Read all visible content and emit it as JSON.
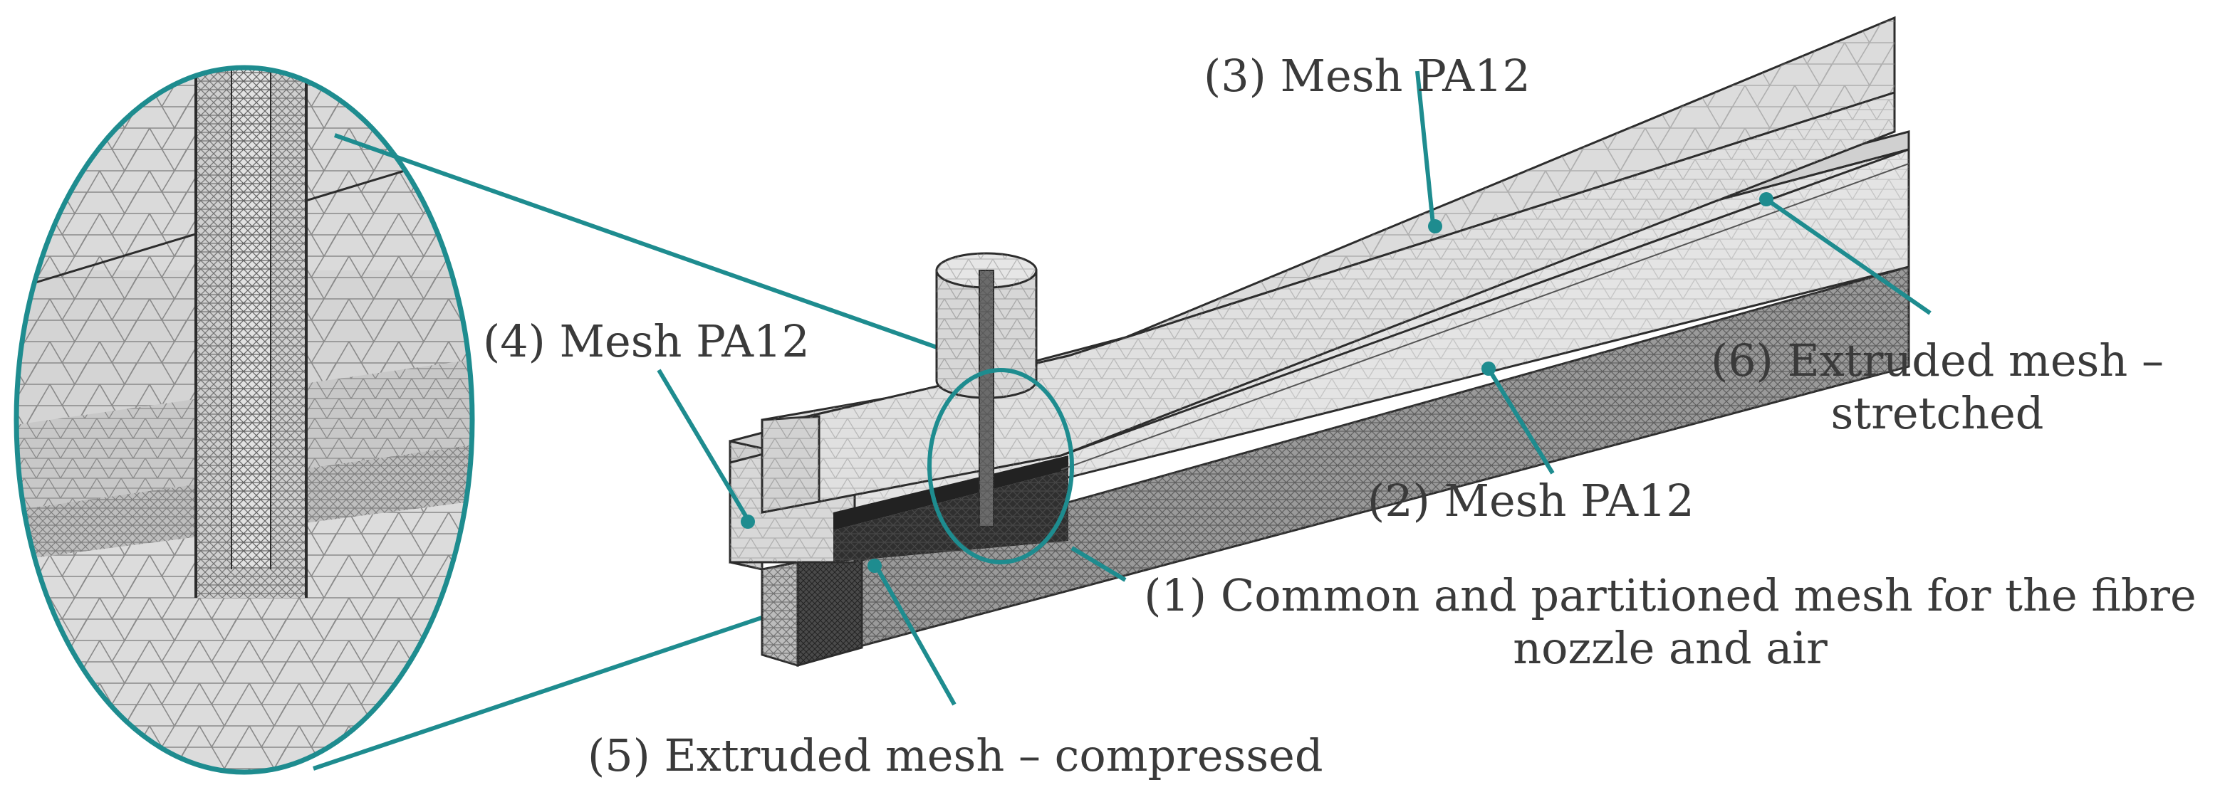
{
  "colors": {
    "teal": "#1e8c8f",
    "face_light": "#e6e6e6",
    "face_mid": "#d6d6d6",
    "face_dark": "#bdbdbd",
    "mesh_line": "#7a7a7a",
    "edge": "#2c2c2c"
  },
  "labels": {
    "l1_line1": "(1) Common and partitioned mesh for the fibre",
    "l1_line2": "nozzle and air",
    "l2": "(2) Mesh PA12",
    "l3": "(3) Mesh PA12",
    "l4": "(4) Mesh PA12",
    "l5": "(5) Extruded mesh – compressed",
    "l6_line1": "(6) Extruded mesh –",
    "l6_line2": "stretched"
  }
}
